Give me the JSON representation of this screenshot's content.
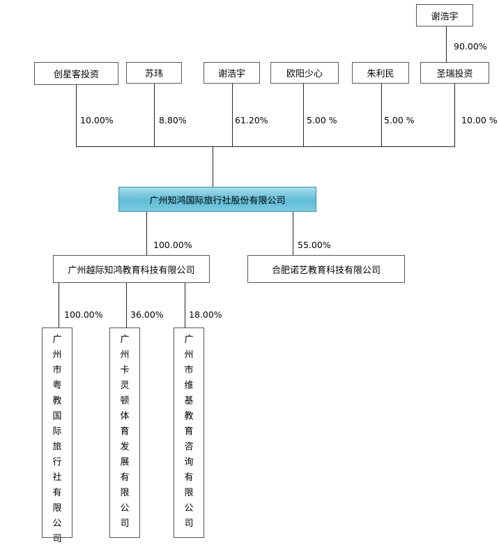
{
  "top_parent": {
    "name": "谢浩宇",
    "pct": "90.00%"
  },
  "shareholders": [
    {
      "name": "创星客投资",
      "pct": "10.00%"
    },
    {
      "name": "苏玮",
      "pct": "8.80%"
    },
    {
      "name": "谢浩宇",
      "pct": "61.20%"
    },
    {
      "name": "欧阳少心",
      "pct": "5.00 %"
    },
    {
      "name": "朱利民",
      "pct": "5.00 %"
    },
    {
      "name": "圣瑞投资",
      "pct": "10.00 %"
    }
  ],
  "company": {
    "name": "广州知鸿国际旅行社股份有限公司"
  },
  "subsidiaries": [
    {
      "name": "广州越际知鸿教育科技有限公司",
      "pct": "100.00%"
    },
    {
      "name": "合肥诺艺教育科技有限公司",
      "pct": "55.00%"
    }
  ],
  "sub_subsidiaries": [
    {
      "name": "广州市粤教国际旅行社有限公司",
      "pct": "100.00%"
    },
    {
      "name": "广州卡灵顿体育发展有限公司",
      "pct": "36.00%"
    },
    {
      "name": "广州市维基教育咨询有限公司",
      "pct": "18.00%"
    }
  ],
  "colors": {
    "main_fill": "#5fbdd6",
    "line": "#222222",
    "border": "#555555"
  }
}
